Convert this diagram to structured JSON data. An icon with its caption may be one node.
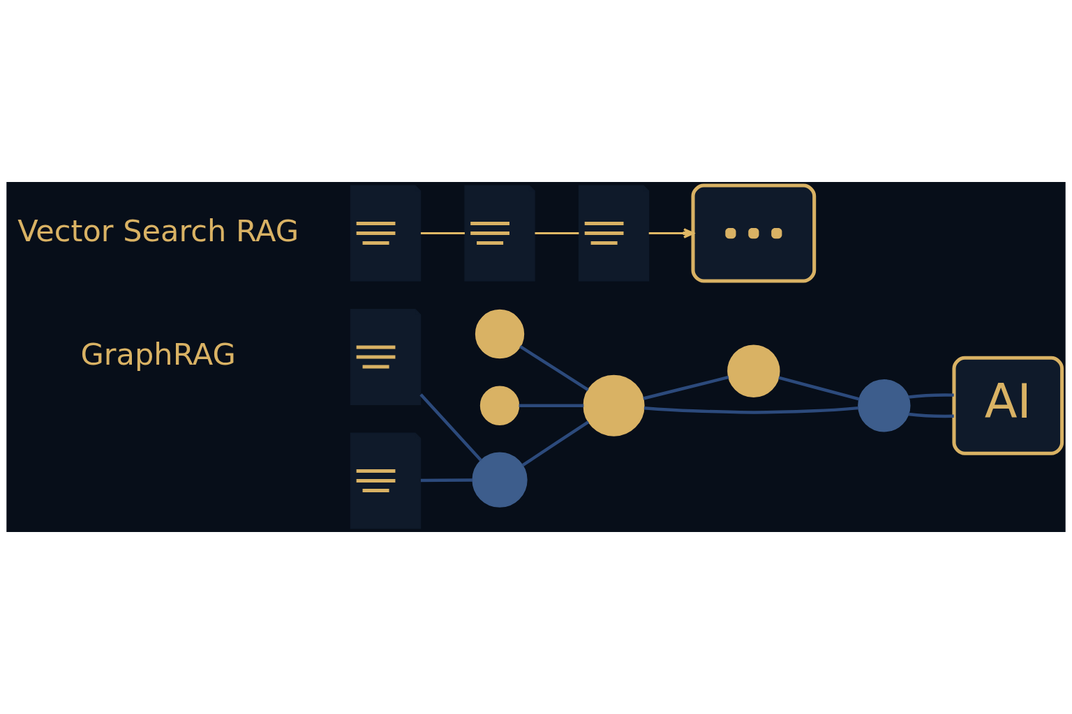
{
  "diagram": {
    "nodes": [
      {
        "text": [],
        "shape": "document"
      },
      {
        "text": [],
        "shape": "document"
      },
      {
        "text": [],
        "shape": "document"
      },
      {
        "text": [],
        "shape": "bubble"
      },
      {
        "text": [],
        "shape": "document"
      },
      {
        "text": [],
        "shape": "document"
      },
      {
        "text": [],
        "shape": "circle"
      },
      {
        "text": [],
        "shape": "circle"
      },
      {
        "text": [],
        "shape": "circle"
      },
      {
        "text": [],
        "shape": "circle"
      },
      {
        "text": [],
        "shape": "circle"
      },
      {
        "text": [],
        "shape": "circle"
      },
      {
        "text": [
          "AI"
        ]
      }
    ],
    "edges": [
      {
        "from": 0,
        "to": 1,
        "arrow": "none",
        "color": "#e0b865"
      },
      {
        "from": 1,
        "to": 2,
        "arrow": "none",
        "color": "#e0b865"
      },
      {
        "from": 2,
        "to": 3,
        "arrow": "to",
        "color": "#e0b865"
      },
      {
        "from": 4,
        "to": 9,
        "arrow": "none"
      },
      {
        "from": 5,
        "to": 9,
        "arrow": "none"
      },
      {
        "from": 9,
        "to": 8,
        "arrow": "none"
      },
      {
        "from": 6,
        "to": 8,
        "arrow": "none"
      },
      {
        "from": 7,
        "to": 8,
        "arrow": "none"
      },
      {
        "from": 8,
        "to": 10,
        "arrow": "none"
      },
      {
        "from": 8,
        "to": 11,
        "arrow": "none"
      },
      {
        "from": 10,
        "to": 11,
        "arrow": "none"
      },
      {
        "from": 11,
        "to": 12,
        "arrow": "none"
      },
      {
        "from": 11,
        "to": 12,
        "arrow": "none"
      }
    ],
    "labels": [
      "Vector Search RAG",
      "GraphRAG"
    ]
  }
}
